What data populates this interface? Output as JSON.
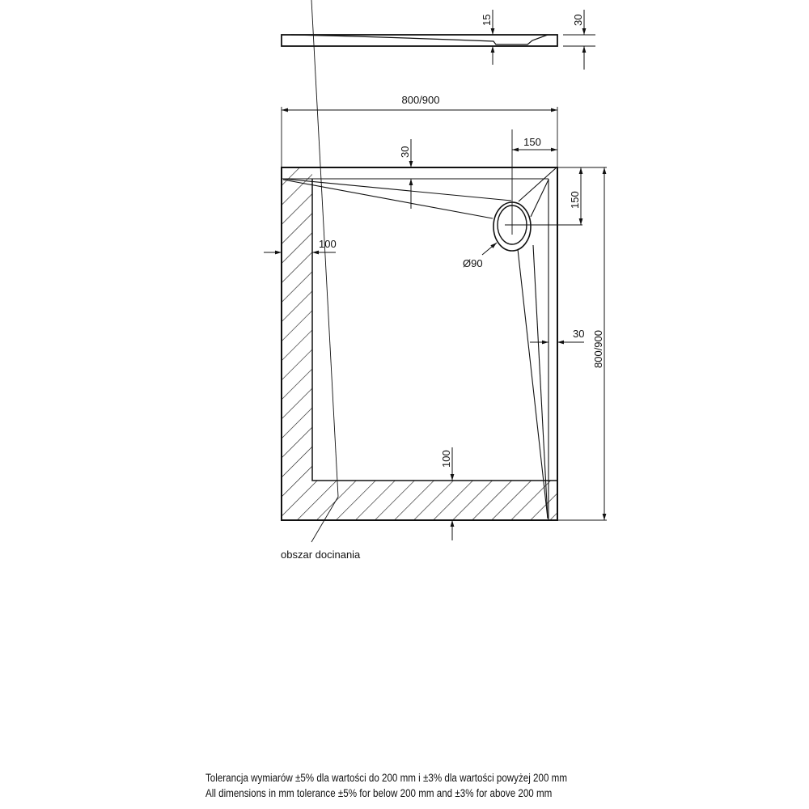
{
  "side_view": {
    "dim_drain_depth": "15",
    "dim_height": "30"
  },
  "top_view": {
    "dim_width": "800/900",
    "dim_length": "800/900",
    "dim_top_rim": "30",
    "dim_drain_x": "150",
    "dim_drain_y": "150",
    "dim_drain_diameter": "Ø90",
    "dim_left_trim": "100",
    "dim_right_rim": "30",
    "dim_bottom_trim": "100",
    "trim_area_label": "obszar docinania"
  },
  "notes": {
    "line_pl": "Tolerancja wymiarów ±5% dla wartości do 200 mm i ±3% dla wartości powyżej 200 mm",
    "line_en": "All dimensions in mm tolerance ±5% for below 200 mm and ±3% for above 200 mm"
  },
  "colors": {
    "line": "#111111",
    "background": "#ffffff"
  }
}
